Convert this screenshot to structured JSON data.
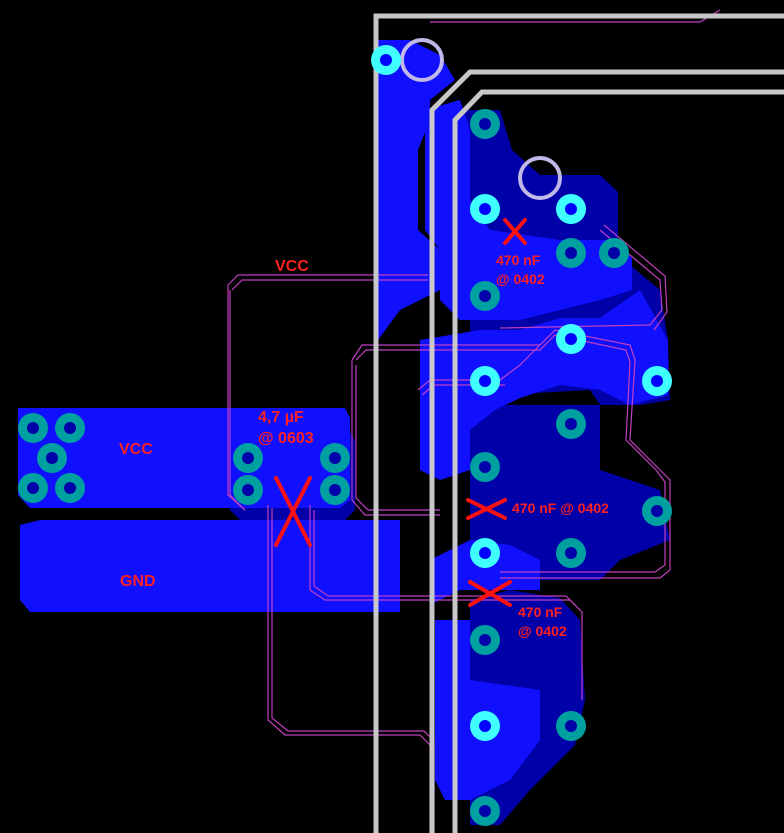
{
  "colors": {
    "background": "#000000",
    "copper_top": "#1010ff",
    "copper_bottom": "#0000a8",
    "pad_ring": "#00a0a0",
    "pad_ring_bright": "#40ffff",
    "trace_outline": "#c040c0",
    "board_edge": "#c8c8c8",
    "via_outline": "#c0b8e8",
    "label": "#ff2020",
    "cross": "#ff1010"
  },
  "labels": {
    "net_vcc_top": "VCC",
    "net_vcc_plane": "VCC",
    "net_gnd_plane": "GND",
    "cap_bulk_value": "4,7 µF",
    "cap_bulk_package": "@ 0603",
    "cap1_value": "470 nF",
    "cap1_package": "@ 0402",
    "cap2_text": "470 nF @ 0402",
    "cap3_value": "470 nF",
    "cap3_package": "@ 0402"
  }
}
